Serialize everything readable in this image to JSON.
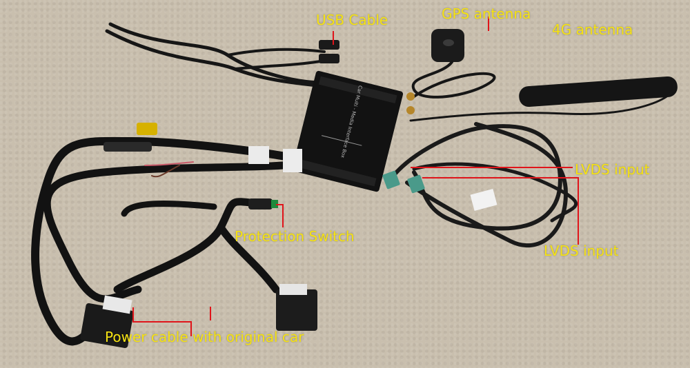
{
  "photo": {
    "labels": {
      "usb_cable": "USB Cable",
      "gps_antenna": "GPS antenna",
      "antenna_4g": "4G antenna",
      "lvds_input_1": "LVDS input",
      "lvds_input_2": "LVDS input",
      "protection_switch": "Protection Switch",
      "power_cable": "Power cable with original car"
    },
    "device_text": "Car Multi - Media Interface Box"
  },
  "colors": {
    "label_text": "#f6e313",
    "pointer_line": "#e0141a",
    "carpet": "#c9bfae",
    "cable": "#141414"
  }
}
